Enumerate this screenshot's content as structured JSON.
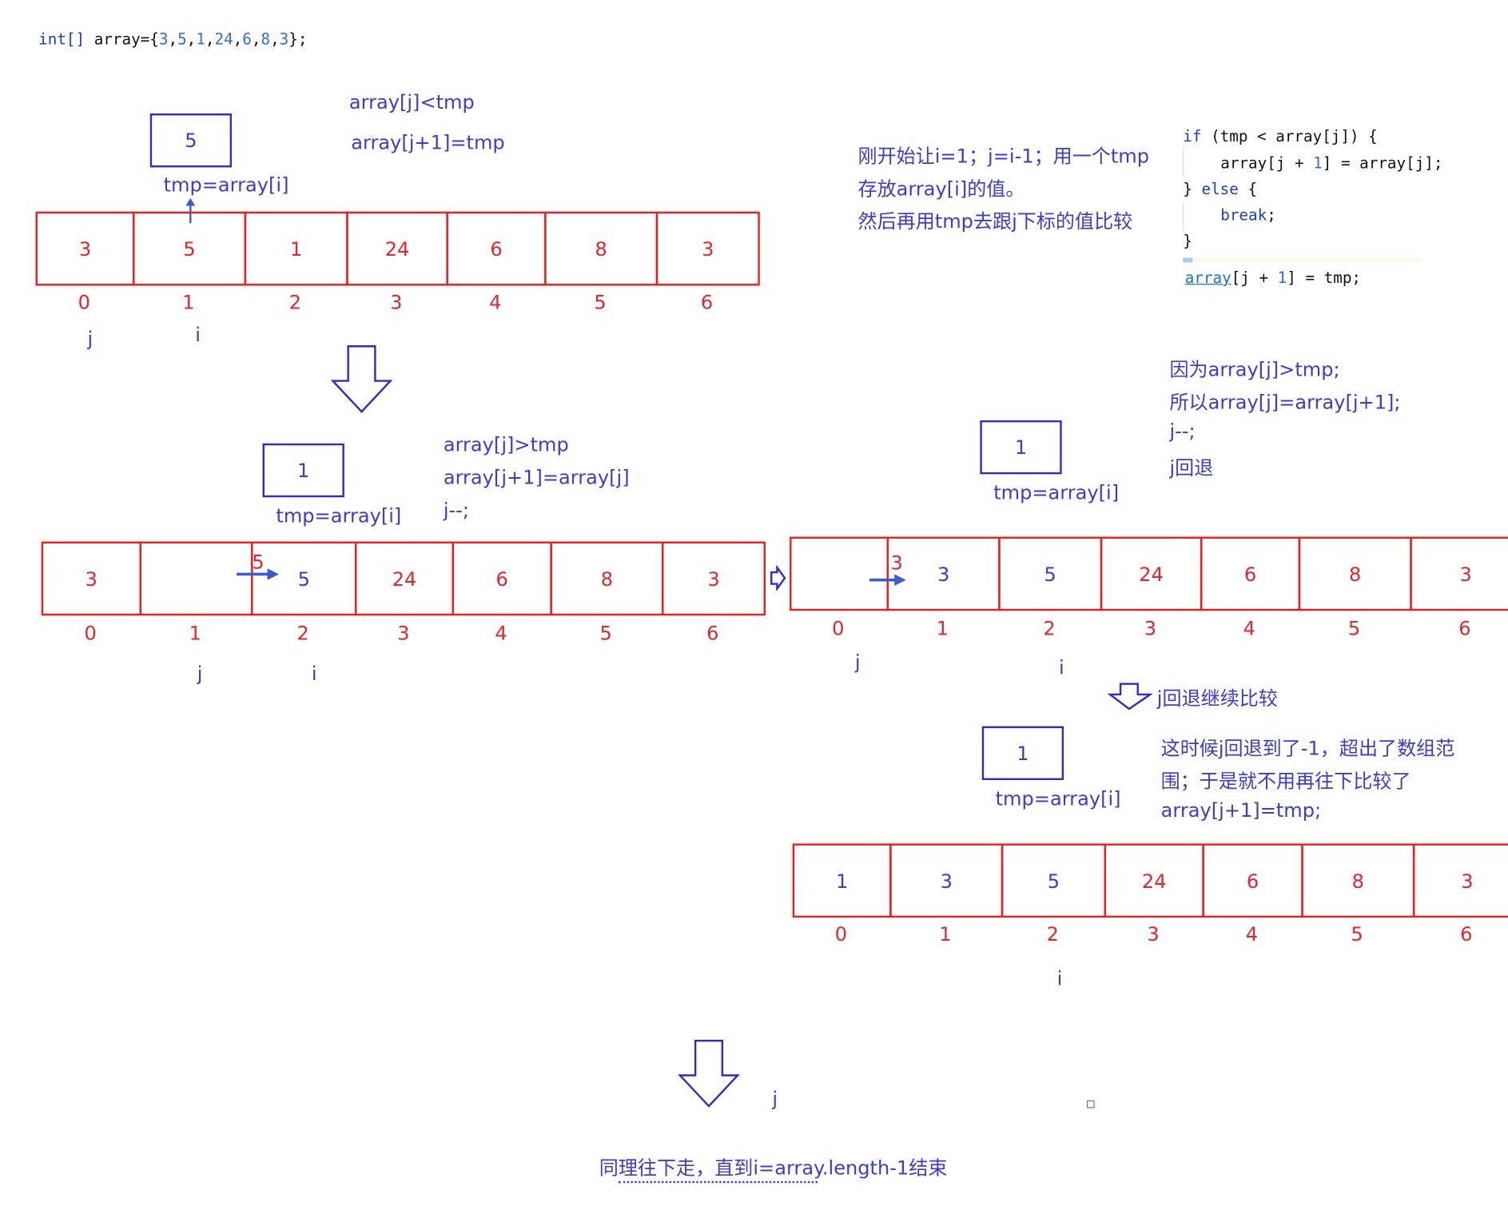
{
  "declaration": {
    "prefix": "int[]",
    "name": " array={",
    "values": [
      "3",
      "5",
      "1",
      "24",
      "6",
      "8",
      "3"
    ],
    "suffix": "};"
  },
  "indices": [
    "0",
    "1",
    "2",
    "3",
    "4",
    "5",
    "6"
  ],
  "step1": {
    "tmp_value": "5",
    "tmp_label": "tmp=array[i]",
    "notes": [
      "array[j]<tmp",
      "array[j+1]=tmp"
    ],
    "cells": [
      "3",
      "5",
      "1",
      "24",
      "6",
      "8",
      "3"
    ],
    "j_label": "j",
    "i_label": "i"
  },
  "step2": {
    "tmp_value": "1",
    "tmp_label": "tmp=array[i]",
    "notes": [
      "array[j]>tmp",
      "array[j+1]=array[j]",
      "j--;"
    ],
    "cells": [
      "3",
      "",
      "5",
      "24",
      "6",
      "8",
      "3"
    ],
    "moved_value": "5",
    "j_label": "j",
    "i_label": "i"
  },
  "step3": {
    "tmp_value": "1",
    "tmp_label": "tmp=array[i]",
    "notes": [
      "因为array[j]>tmp;",
      "所以array[j]=array[j+1];",
      "j--;",
      "j回退"
    ],
    "cells": [
      "",
      "3",
      "5",
      "24",
      "6",
      "8",
      "3"
    ],
    "moved_value": "3",
    "j_label": "j",
    "i_label": "i",
    "continue_label": "j回退继续比较"
  },
  "step4": {
    "tmp_value": "1",
    "tmp_label": "tmp=array[i]",
    "notes": [
      "这时候j回退到了-1，超出了数组范",
      "围；于是就不用再往下比较了",
      "array[j+1]=tmp;"
    ],
    "cells": [
      "1",
      "3",
      "5",
      "24",
      "6",
      "8",
      "3"
    ],
    "i_label": "i"
  },
  "intro_notes": [
    "刚开始让i=1；j=i-1；用一个tmp",
    "存放array[i]的值。",
    "然后再用tmp去跟j下标的值比较"
  ],
  "code": {
    "line1": {
      "kw": "if",
      "rest": " (tmp < array[j]) {"
    },
    "line2": {
      "a": "array[j + ",
      "n": "1",
      "b": "] = array[j];"
    },
    "line3": {
      "a": "} ",
      "kw": "else",
      "b": " {"
    },
    "line4": {
      "kw": "break",
      "b": ";"
    },
    "line5": "}",
    "line6": {
      "link": "array",
      "a": "[j + ",
      "n": "1",
      "b": "] = tmp;"
    }
  },
  "bottom": {
    "j_label": "j",
    "conclusion": "同理往下走，直到i=array.length-1结束"
  },
  "colors": {
    "red": "#f01c1c",
    "blue": "#2b2bd0",
    "text_blue": "#3b3bd6"
  }
}
